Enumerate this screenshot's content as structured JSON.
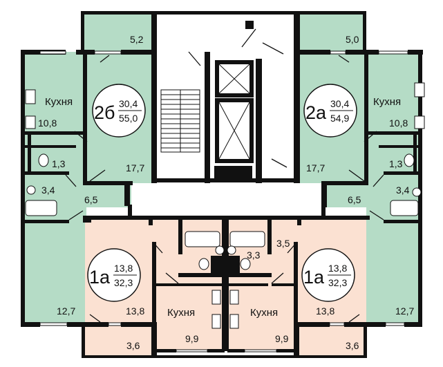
{
  "colors": {
    "green": "#b5dcc6",
    "peach": "#fbe1d2",
    "wall": "#111111",
    "white": "#ffffff"
  },
  "apartments": [
    {
      "id": "2b",
      "code": "2б",
      "living_area": "30,4",
      "total_area": "55,0"
    },
    {
      "id": "2a",
      "code": "2а",
      "living_area": "30,4",
      "total_area": "54,9"
    },
    {
      "id": "1a-left",
      "code": "1а",
      "living_area": "13,8",
      "total_area": "32,3"
    },
    {
      "id": "1a-right",
      "code": "1а",
      "living_area": "13,8",
      "total_area": "32,3"
    }
  ],
  "room_labels": {
    "balcony_top_left": "5,2",
    "balcony_top_right": "5,0",
    "kitchen_word_top_left": "Кухня",
    "kitchen_word_top_right": "Кухня",
    "kitchen_word_bottom_left": "Кухня",
    "kitchen_word_bottom_right": "Кухня",
    "kitchen_top_left": "10,8",
    "kitchen_top_right": "10,8",
    "wc_top_left": "1,3",
    "wc_top_right": "1,3",
    "room_top_left": "17,7",
    "room_top_right": "17,7",
    "bath_left": "3,4",
    "bath_right": "3,4",
    "hall_left": "6,5",
    "hall_right": "6,5",
    "room_bottom_left_far": "12,7",
    "room_bottom_right_far": "12,7",
    "room_1a_left": "13,8",
    "room_1a_right": "13,8",
    "kitchen_1a_left": "9,9",
    "kitchen_1a_right": "9,9",
    "balcony_bottom_left": "3,6",
    "balcony_bottom_right": "3,6",
    "bath_1a_right": "3,3",
    "hall_1a_right": "3,5"
  }
}
